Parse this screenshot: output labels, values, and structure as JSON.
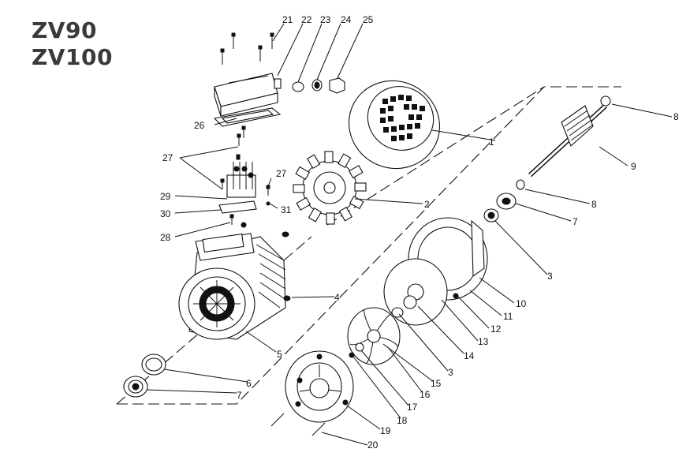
{
  "models": [
    "ZV90",
    "ZV100"
  ],
  "callouts": [
    "1",
    "2",
    "3",
    "3",
    "4",
    "5",
    "6",
    "7",
    "7",
    "8",
    "8",
    "9",
    "10",
    "11",
    "12",
    "13",
    "14",
    "15",
    "16",
    "17",
    "18",
    "19",
    "20",
    "21",
    "22",
    "23",
    "24",
    "25",
    "26",
    "27",
    "27",
    "28",
    "29",
    "30",
    "31"
  ]
}
